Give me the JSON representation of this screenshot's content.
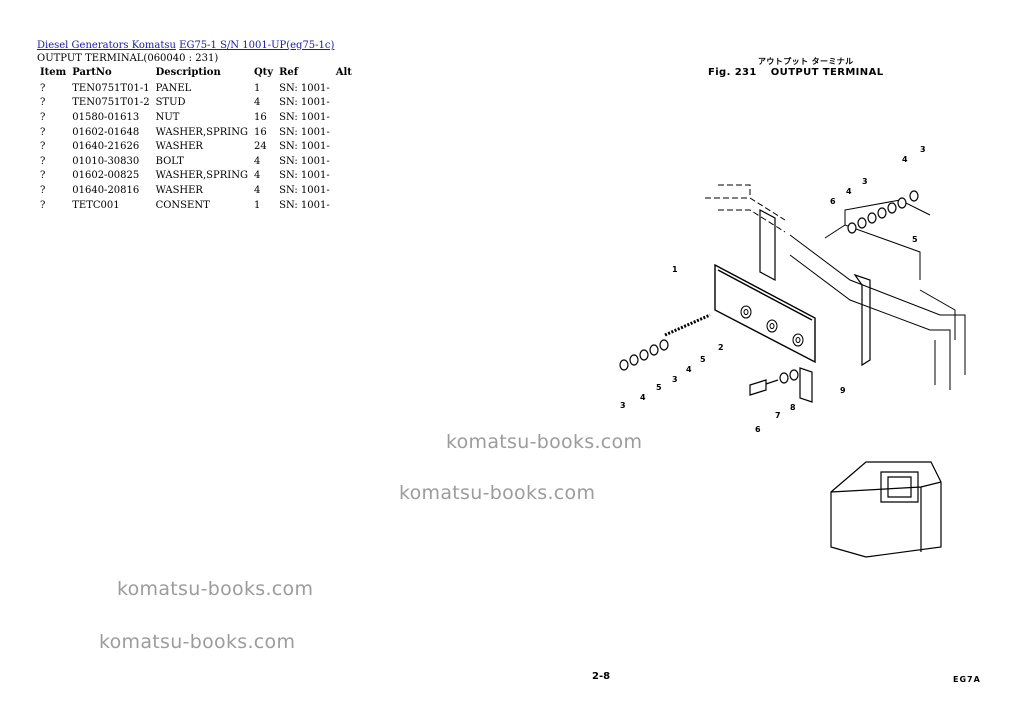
{
  "breadcrumb": {
    "link1": "Diesel Generators Komatsu",
    "link2": "EG75-1 S/N 1001-UP(eg75-1c)"
  },
  "section_title": "OUTPUT TERMINAL(060040 : 231)",
  "table": {
    "headers": [
      "Item",
      "PartNo",
      "Description",
      "Qty",
      "Ref",
      "Alt"
    ],
    "rows": [
      {
        "item": "?",
        "partno": "TEN0751T01-1",
        "description": "PANEL",
        "qty": "1",
        "ref": "SN: 1001-",
        "alt": ""
      },
      {
        "item": "?",
        "partno": "TEN0751T01-2",
        "description": "STUD",
        "qty": "4",
        "ref": "SN: 1001-",
        "alt": ""
      },
      {
        "item": "?",
        "partno": "01580-01613",
        "description": "NUT",
        "qty": "16",
        "ref": "SN: 1001-",
        "alt": ""
      },
      {
        "item": "?",
        "partno": "01602-01648",
        "description": "WASHER,SPRING",
        "qty": "16",
        "ref": "SN: 1001-",
        "alt": ""
      },
      {
        "item": "?",
        "partno": "01640-21626",
        "description": "WASHER",
        "qty": "24",
        "ref": "SN: 1001-",
        "alt": ""
      },
      {
        "item": "?",
        "partno": "01010-30830",
        "description": "BOLT",
        "qty": "4",
        "ref": "SN: 1001-",
        "alt": ""
      },
      {
        "item": "?",
        "partno": "01602-00825",
        "description": "WASHER,SPRING",
        "qty": "4",
        "ref": "SN: 1001-",
        "alt": ""
      },
      {
        "item": "?",
        "partno": "01640-20816",
        "description": "WASHER",
        "qty": "4",
        "ref": "SN: 1001-",
        "alt": ""
      },
      {
        "item": "?",
        "partno": "TETC001",
        "description": "CONSENT",
        "qty": "1",
        "ref": "SN: 1001-",
        "alt": ""
      }
    ]
  },
  "figure": {
    "japanese_title": "アウトプット ターミナル",
    "number": "Fig. 231",
    "title": "OUTPUT TERMINAL",
    "callouts": [
      "1",
      "2",
      "3",
      "4",
      "5",
      "6",
      "7",
      "8",
      "9"
    ]
  },
  "watermarks": [
    "komatsu-books.com",
    "komatsu-books.com",
    "komatsu-books.com",
    "komatsu-books.com"
  ],
  "footer": {
    "page_number": "2-8",
    "code": "EG7A"
  },
  "colors": {
    "link": "#1a1aa6",
    "watermark": "#9c9c9c"
  }
}
